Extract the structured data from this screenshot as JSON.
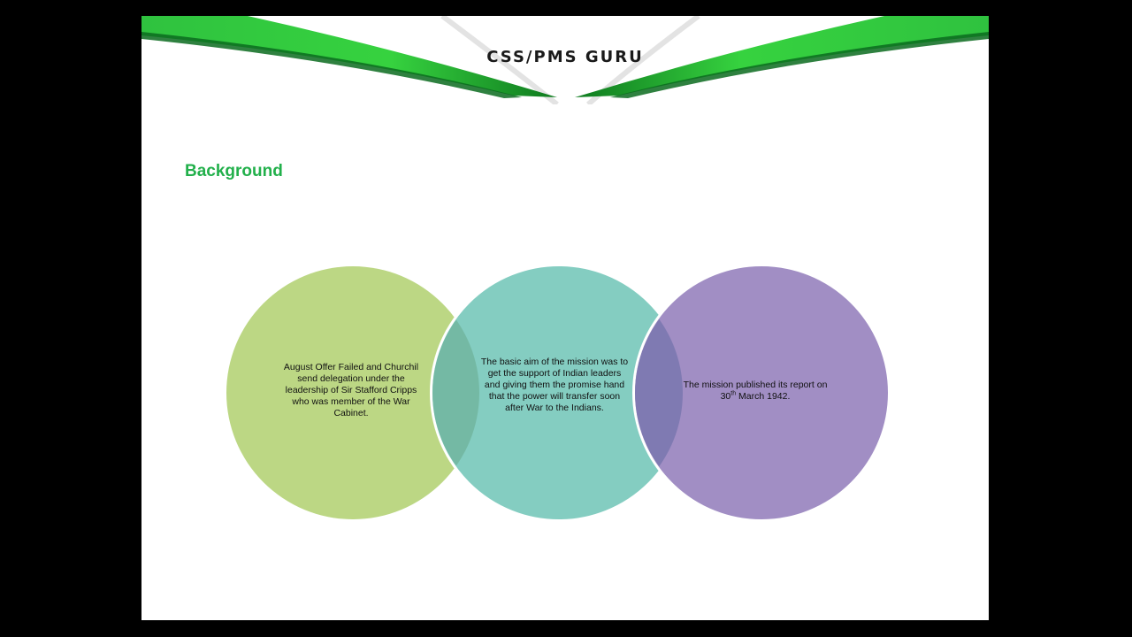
{
  "header": {
    "brand": "CSS/PMS GURU"
  },
  "slide": {
    "title": "Background"
  },
  "circles": [
    {
      "text": "August Offer Failed and Churchil send delegation under the leadership of Sir Stafford Cripps who was member of the War Cabinet.",
      "color": "#bcd784"
    },
    {
      "text": "The basic aim of the mission was to get the support of Indian leaders and giving them the promise hand that the power will transfer soon after War to the Indians.",
      "color": "#84cdc1"
    },
    {
      "text_before": "The mission published its report on 30",
      "text_sup": "th",
      "text_after": " March 1942.",
      "color": "#a18ec4"
    }
  ],
  "theme": {
    "accent_green": "#22b04b",
    "dark_green": "#0a6b1e",
    "background": "#000000"
  }
}
